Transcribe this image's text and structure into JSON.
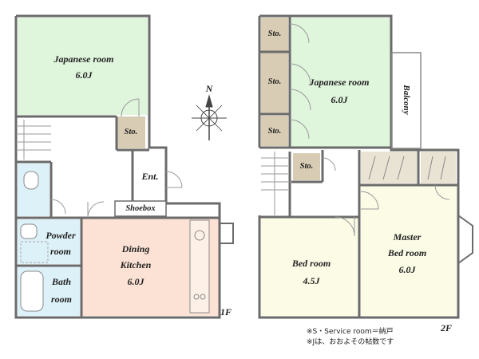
{
  "colors": {
    "wall": "#6b6b6b",
    "japanese_room": "#dff5dc",
    "storage": "#d8ccb4",
    "kitchen": "#fbe2d4",
    "bedroom": "#fbfbe6",
    "wet_area": "#ddf1f8",
    "hall": "#ffffff"
  },
  "floor1": {
    "label": "1F",
    "rooms": {
      "japanese_room": {
        "name": "Japanese room",
        "size": "6.0J"
      },
      "storage": "Sto.",
      "entrance": "Ent.",
      "shoebox": "Shoebox",
      "powder_room": {
        "line1": "Powder",
        "line2": "room"
      },
      "bath_room": {
        "line1": "Bath",
        "line2": "room"
      },
      "dining_kitchen": {
        "line1": "Dining",
        "line2": "Kitchen",
        "size": "6.0J"
      }
    }
  },
  "floor2": {
    "label": "2F",
    "rooms": {
      "storage_labels": [
        "Sto.",
        "Sto.",
        "Sto.",
        "Sto."
      ],
      "japanese_room": {
        "name": "Japanese room",
        "size": "6.0J"
      },
      "balcony": "Balcony",
      "bed_room": {
        "name": "Bed room",
        "size": "4.5J"
      },
      "master_bed_room": {
        "line1": "Master",
        "line2": "Bed room",
        "size": "6.0J"
      }
    }
  },
  "compass": {
    "north_label": "N"
  },
  "notes": {
    "line1": "※S・Service room＝納戸",
    "line2": "※Jは、おおよその帖数です"
  }
}
